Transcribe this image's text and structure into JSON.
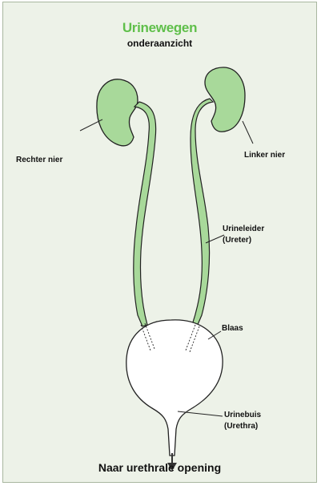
{
  "diagram": {
    "title": "Urinewegen",
    "subtitle": "onderaanzicht",
    "labels": {
      "right_kidney": "Rechter nier",
      "left_kidney": "Linker nier",
      "ureter_line1": "Urineleider",
      "ureter_line2": "(Ureter)",
      "bladder": "Blaas",
      "urethra_line1": "Urinebuis",
      "urethra_line2": "(Urethra)"
    },
    "bottom_caption": "Naar urethrale opening"
  },
  "colors": {
    "organ_fill": "#a8d99a",
    "title_green": "#5fbf4a",
    "background": "#edf2e8",
    "outline": "#222222"
  }
}
